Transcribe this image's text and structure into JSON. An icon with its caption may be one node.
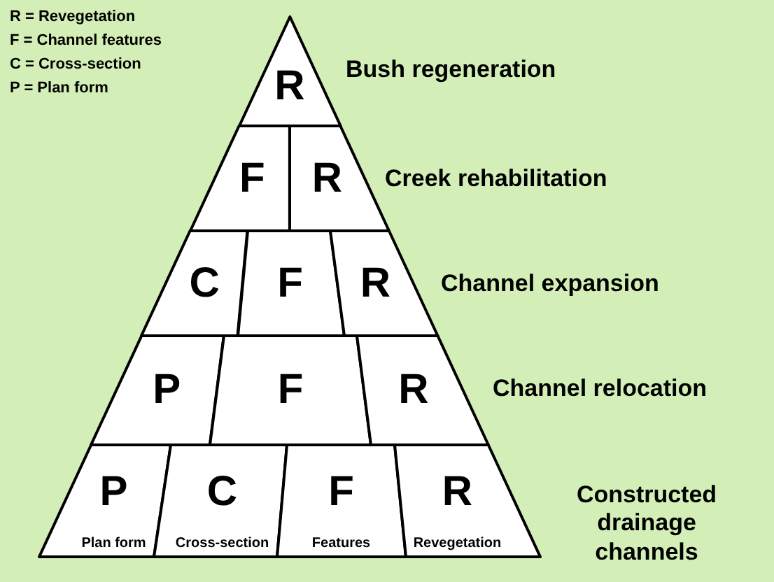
{
  "diagram": {
    "nodes": [
      {
        "text": [
          "R"
        ]
      },
      {
        "text": [
          "F"
        ]
      },
      {
        "text": [
          "R"
        ]
      },
      {
        "text": [
          "C"
        ]
      },
      {
        "text": [
          "F"
        ]
      },
      {
        "text": [
          "R"
        ]
      },
      {
        "text": [
          "P"
        ]
      },
      {
        "text": [
          "F"
        ]
      },
      {
        "text": [
          "R"
        ]
      },
      {
        "text": [
          "P",
          "Plan form"
        ]
      },
      {
        "text": [
          "C",
          "Cross-section"
        ]
      },
      {
        "text": [
          "F",
          "Features"
        ]
      },
      {
        "text": [
          "R",
          "Revegetation"
        ]
      }
    ],
    "labels": [
      "R = Revegetation",
      "F = Channel features",
      "C = Cross-section",
      "P = Plan form",
      "Bush regeneration",
      "Creek rehabilitation",
      "Channel expansion",
      "Channel relocation",
      "Constructed drainage channels"
    ]
  }
}
